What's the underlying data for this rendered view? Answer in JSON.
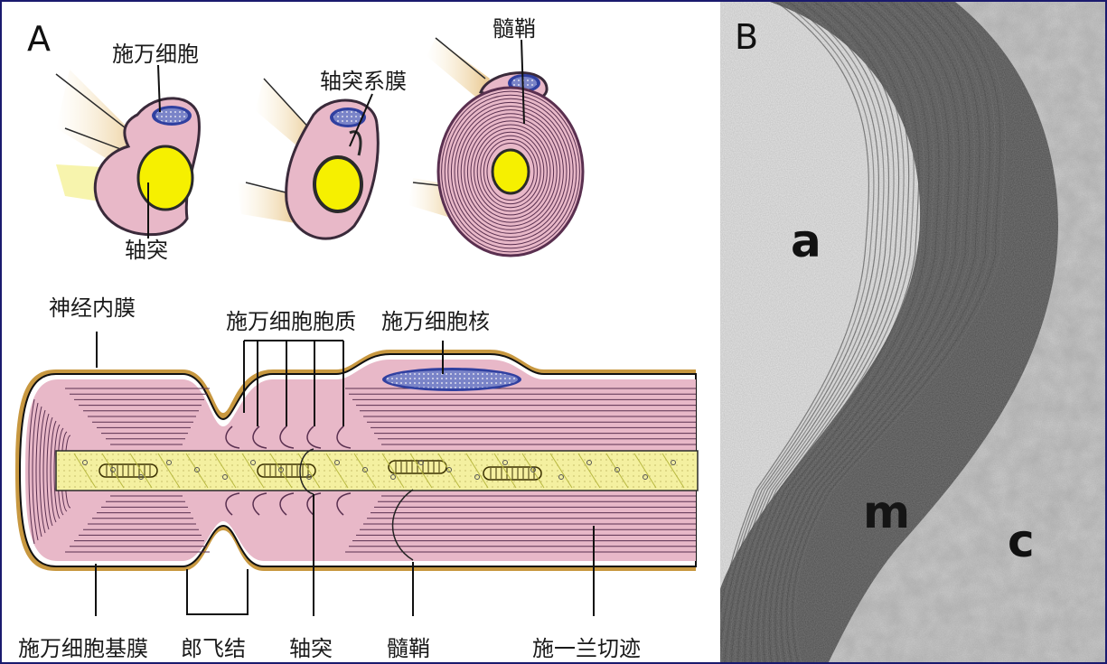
{
  "panel_a": {
    "letter": "A",
    "top_labels": {
      "schwann_cell": "施万细胞",
      "mesaxon": "轴突系膜",
      "myelin": "髓鞘",
      "axon": "轴突"
    },
    "bottom_labels": {
      "endoneurium": "神经内膜",
      "schwann_cytoplasm": "施万细胞胞质",
      "schwann_nucleus": "施万细胞核",
      "basal_lamina": "施万细胞基膜",
      "node_of_ranvier": "郎飞结",
      "axon": "轴突",
      "myelin": "髓鞘",
      "schmidt_lanterman": "施一兰切迹"
    }
  },
  "panel_b": {
    "letter": "B",
    "labels": {
      "a": "a",
      "m": "m",
      "c": "c"
    }
  },
  "colors": {
    "border": "#1a1a6e",
    "myelin_pink": "#e8b8c8",
    "membrane_purple": "#5a3050",
    "axon_yellow": "#f6f000",
    "axoplasm": "#f4f0a0",
    "nucleus_blue": "#8088c8",
    "basal_lamina_gold": "#c89840",
    "em_gray": "#cfcfcf",
    "em_dark": "#4a4a4a"
  }
}
